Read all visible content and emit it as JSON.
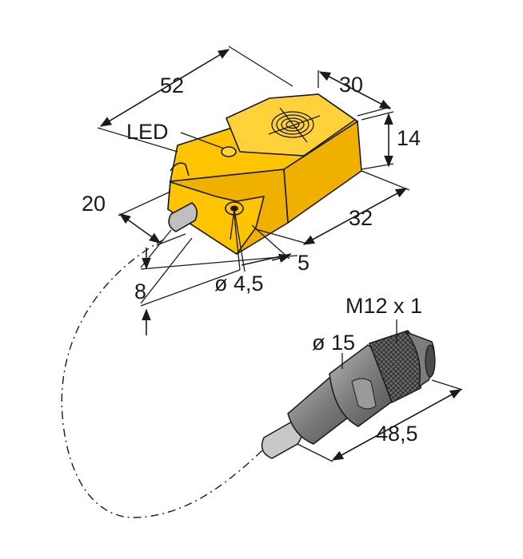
{
  "labels": {
    "length": "52",
    "width": "30",
    "height": "14",
    "led": "LED",
    "side": "20",
    "depth": "32",
    "offset": "5",
    "hole": "ø 4,5",
    "cable_height": "8",
    "thread": "M12 x 1",
    "connector_dia": "ø 15",
    "connector_len": "48,5"
  },
  "colors": {
    "housing": "#ffc400",
    "connector": "#7a7a7a",
    "line": "#1a1a1a"
  }
}
